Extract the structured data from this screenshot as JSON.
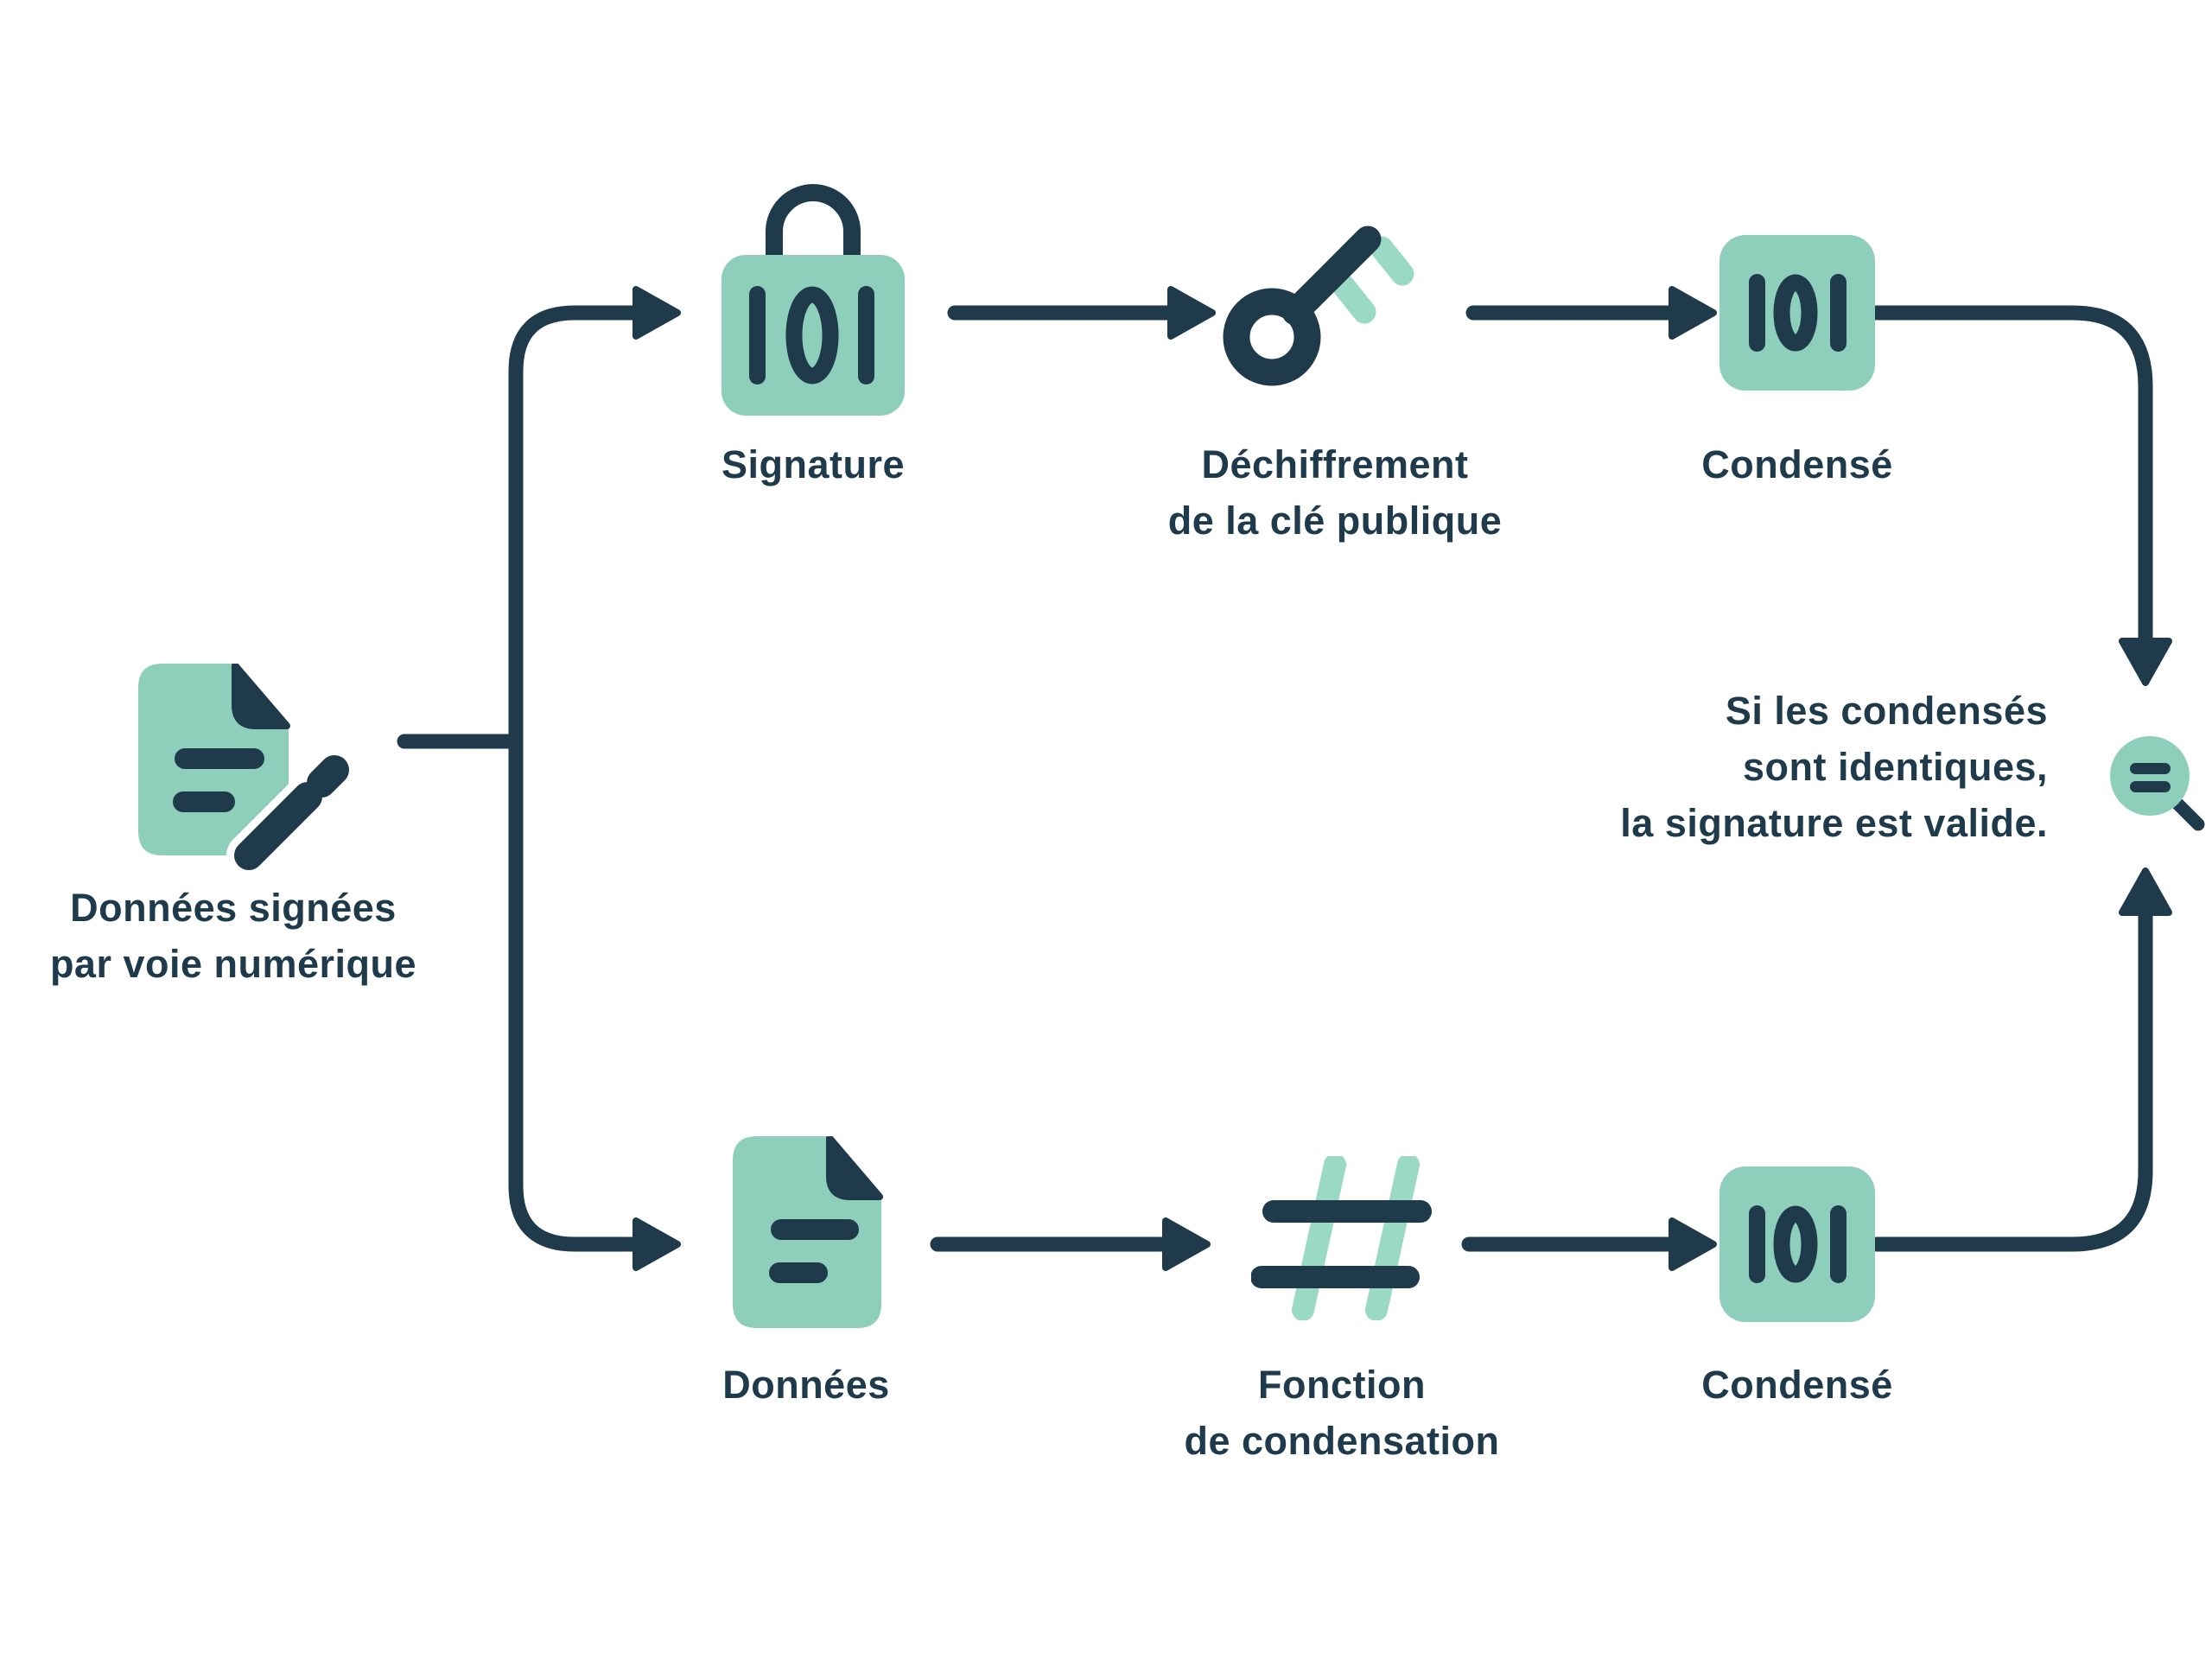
{
  "palette": {
    "dark": "#1e3a4b",
    "green": "#8dcfba",
    "green_light": "#9ad9c3",
    "background": "#ffffff"
  },
  "source": {
    "icon": "signed-document-pencil-icon",
    "label_lines": [
      "Données signées",
      "par voie numérique"
    ]
  },
  "top_flow": {
    "signature": {
      "icon": "lock-binary-icon",
      "binary_text": "101",
      "label": "Signature"
    },
    "decryption": {
      "icon": "key-icon",
      "label_lines": [
        "Déchiffrement",
        "de la clé publique"
      ]
    },
    "digest": {
      "icon": "binary-digest-icon",
      "binary_text": "101",
      "label": "Condensé"
    }
  },
  "bottom_flow": {
    "data": {
      "icon": "document-icon",
      "label": "Données"
    },
    "hash_function": {
      "icon": "hash-icon",
      "label_lines": [
        "Fonction",
        "de condensation"
      ]
    },
    "digest": {
      "icon": "binary-digest-icon",
      "binary_text": "101",
      "label": "Condensé"
    }
  },
  "comparison": {
    "icon": "equals-magnifier-icon",
    "note_lines": [
      "Si les condensés",
      "sont identiques,",
      "la signature est valide."
    ]
  }
}
